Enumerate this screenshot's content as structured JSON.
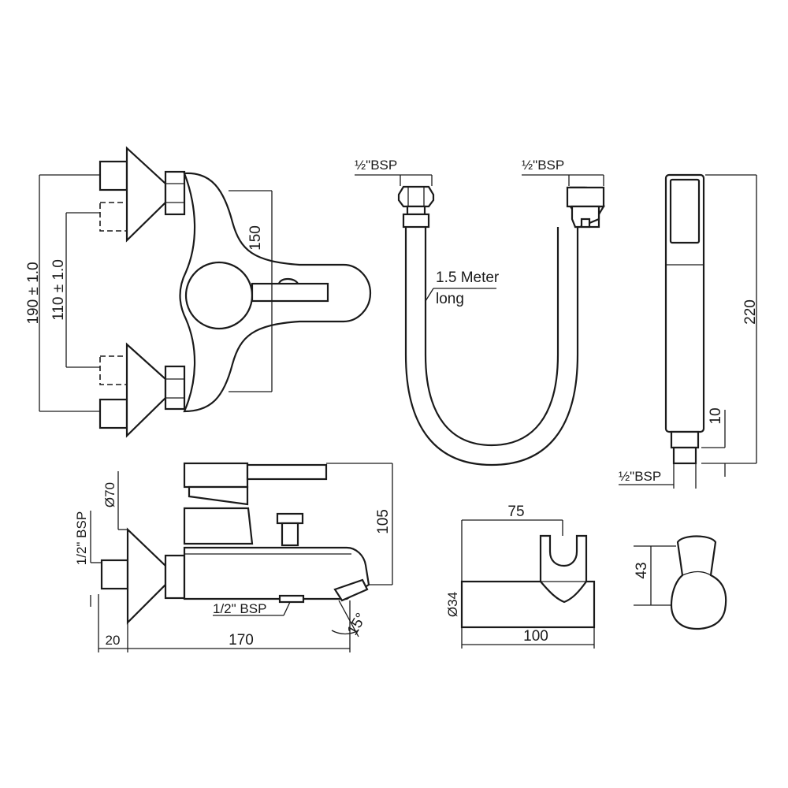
{
  "diagram": {
    "background_color": "#ffffff",
    "line_color": "#1a1a1a",
    "labels": {
      "faucet_front_height_total": "190 ± 1.0",
      "faucet_front_inlet_centers": "110 ± 1.0",
      "faucet_front_height": "150",
      "hose_inlet_thread": "½\"BSP",
      "hose_outlet_thread": "½\"BSP",
      "hose_length_line1": "1.5 Meter",
      "hose_length_line2": "long",
      "hand_shower_length": "220",
      "hand_shower_connector": "10",
      "hand_shower_thread": "½\"BSP",
      "faucet_side_inlet_thread": "1/2\" BSP",
      "faucet_side_diameter": "Ø70",
      "faucet_side_height": "105",
      "faucet_side_outlet_thread": "1/2\" BSP",
      "faucet_side_angle": "15°",
      "faucet_side_offset": "20",
      "faucet_side_depth": "170",
      "holder_width": "75",
      "holder_diameter": "Ø34",
      "holder_length": "100",
      "holder_height": "43"
    }
  }
}
